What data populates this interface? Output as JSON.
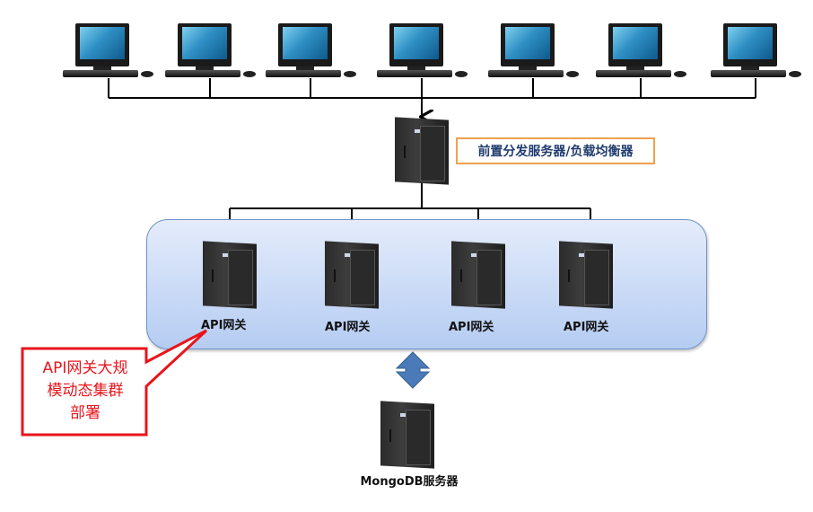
{
  "clients": {
    "count": 7,
    "items": [
      {
        "icon": "desktop-computer-icon"
      },
      {
        "icon": "desktop-computer-icon"
      },
      {
        "icon": "desktop-computer-icon"
      },
      {
        "icon": "desktop-computer-icon"
      },
      {
        "icon": "desktop-computer-icon"
      },
      {
        "icon": "desktop-computer-icon"
      },
      {
        "icon": "desktop-computer-icon"
      }
    ]
  },
  "load_balancer": {
    "label": "前置分发服务器/负载均衡器",
    "icon": "tower-server-icon",
    "border_color": "#f0a04e",
    "text_color": "#1f3b6e"
  },
  "gateway_cluster": {
    "nodes": [
      {
        "label": "API网关"
      },
      {
        "label": "API网关"
      },
      {
        "label": "API网关"
      },
      {
        "label": "API网关"
      }
    ],
    "fill_top": "#e4ecfb",
    "fill_bottom": "#b5ccf2"
  },
  "callout": {
    "line1": "API网关大规",
    "line2": "模动态集群",
    "line3": "部署",
    "color": "#e8141c"
  },
  "connector": {
    "icon": "bidirectional-arrow-icon",
    "color": "#4a7ab8"
  },
  "database": {
    "label": "MongoDB服务器",
    "icon": "tower-server-icon"
  }
}
